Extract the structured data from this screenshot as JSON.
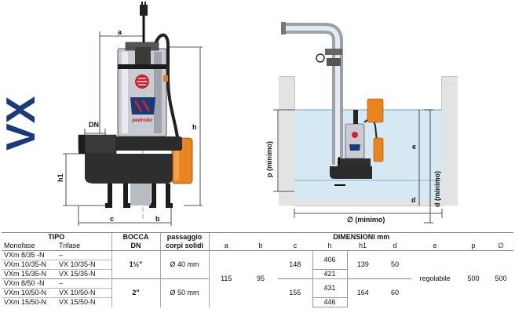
{
  "logo": {
    "text": "VX",
    "color": "#1a3a7a"
  },
  "diagram_labels": {
    "a": "a",
    "b": "b",
    "c": "c",
    "h": "h",
    "h1": "h1",
    "DN": "DN",
    "p_min": "p  (minimo)",
    "d_min": "d  (minimo)",
    "e": "e",
    "d": "d",
    "diameter_min": "∅  (minimo)",
    "brand_badge": "pedrollo"
  },
  "table": {
    "headers": {
      "tipo": "TIPO",
      "bocca": "BOCCA",
      "passaggio": "passaggio",
      "corpi": "corpi solidi",
      "dimensioni": "DIMENSIONI mm",
      "monofase": "Monofase",
      "trifase": "Trifase",
      "dn": "DN",
      "a": "a",
      "b": "b",
      "c": "c",
      "h": "h",
      "h1": "h1",
      "d": "d",
      "e": "e",
      "p": "p",
      "diam": "∅"
    },
    "rows": [
      {
        "mono": "VXm 8/35  -N",
        "tri": "–"
      },
      {
        "mono": "VXm 10/35-N",
        "tri": "VX 10/35-N"
      },
      {
        "mono": "VXm 15/35-N",
        "tri": "VX 15/35-N"
      },
      {
        "mono": "VXm 8/50  -N",
        "tri": "–"
      },
      {
        "mono": "VXm 10/50-N",
        "tri": "VX 10/50-N"
      },
      {
        "mono": "VXm 15/50-N",
        "tri": "VX 15/50-N"
      }
    ],
    "group1": {
      "dn": "1½\"",
      "passaggio": "Ø 40 mm",
      "c": "148",
      "h_a": "406",
      "h_b": "421",
      "h1": "139",
      "d": "50"
    },
    "group2": {
      "dn": "2\"",
      "passaggio": "Ø 50 mm",
      "c": "155",
      "h_a": "431",
      "h_b": "446",
      "h1": "164",
      "d": "60"
    },
    "shared": {
      "a": "115",
      "b": "95",
      "e": "regolabile",
      "p": "500",
      "diam": "500"
    }
  }
}
